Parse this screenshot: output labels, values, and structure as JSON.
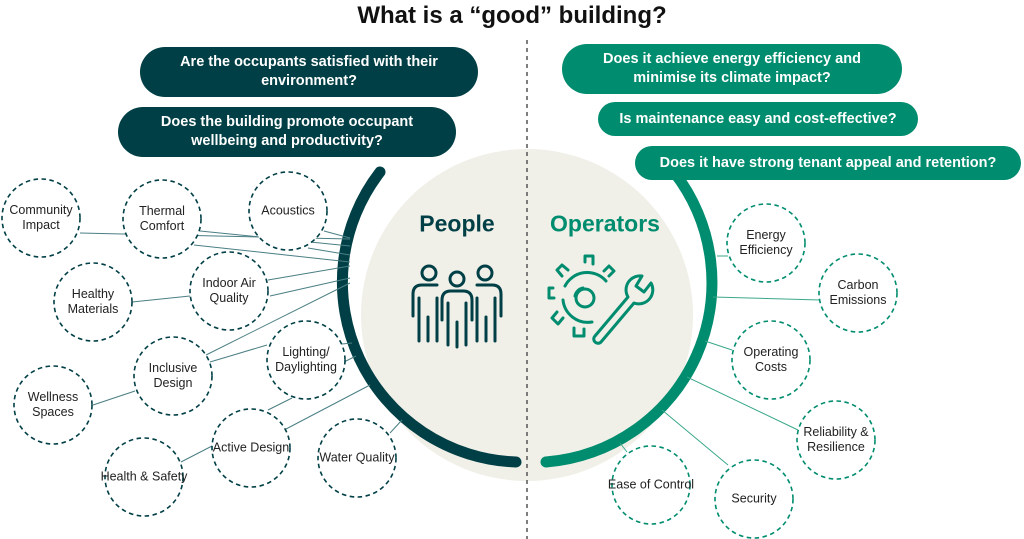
{
  "title": "What is a “good” building?",
  "colors": {
    "people": "#003f45",
    "operators": "#008c6e",
    "circle_fill": "#f0efe8",
    "connector_people": "#4a7f84",
    "connector_operators": "#3aa88a"
  },
  "people": {
    "heading": "People",
    "icon": "people-group-icon",
    "questions": [
      "Are the occupants satisfied with their environment?",
      "Does the building promote occupant wellbeing and productivity?"
    ],
    "factors": [
      "Community Impact",
      "Thermal Comfort",
      "Acoustics",
      "Healthy Materials",
      "Indoor Air Quality",
      "Inclusive Design",
      "Lighting/ Daylighting",
      "Wellness Spaces",
      "Active Design",
      "Health & Safety",
      "Water Quality"
    ]
  },
  "operators": {
    "heading": "Operators",
    "icon": "gear-wrench-icon",
    "questions": [
      "Does it achieve energy efficiency and minimise its climate impact?",
      "Is maintenance easy and cost-effective?",
      "Does it have strong tenant appeal and retention?"
    ],
    "factors": [
      "Energy Efficiency",
      "Carbon Emissions",
      "Operating Costs",
      "Reliability & Resilience",
      "Security",
      "Ease of Control"
    ]
  }
}
